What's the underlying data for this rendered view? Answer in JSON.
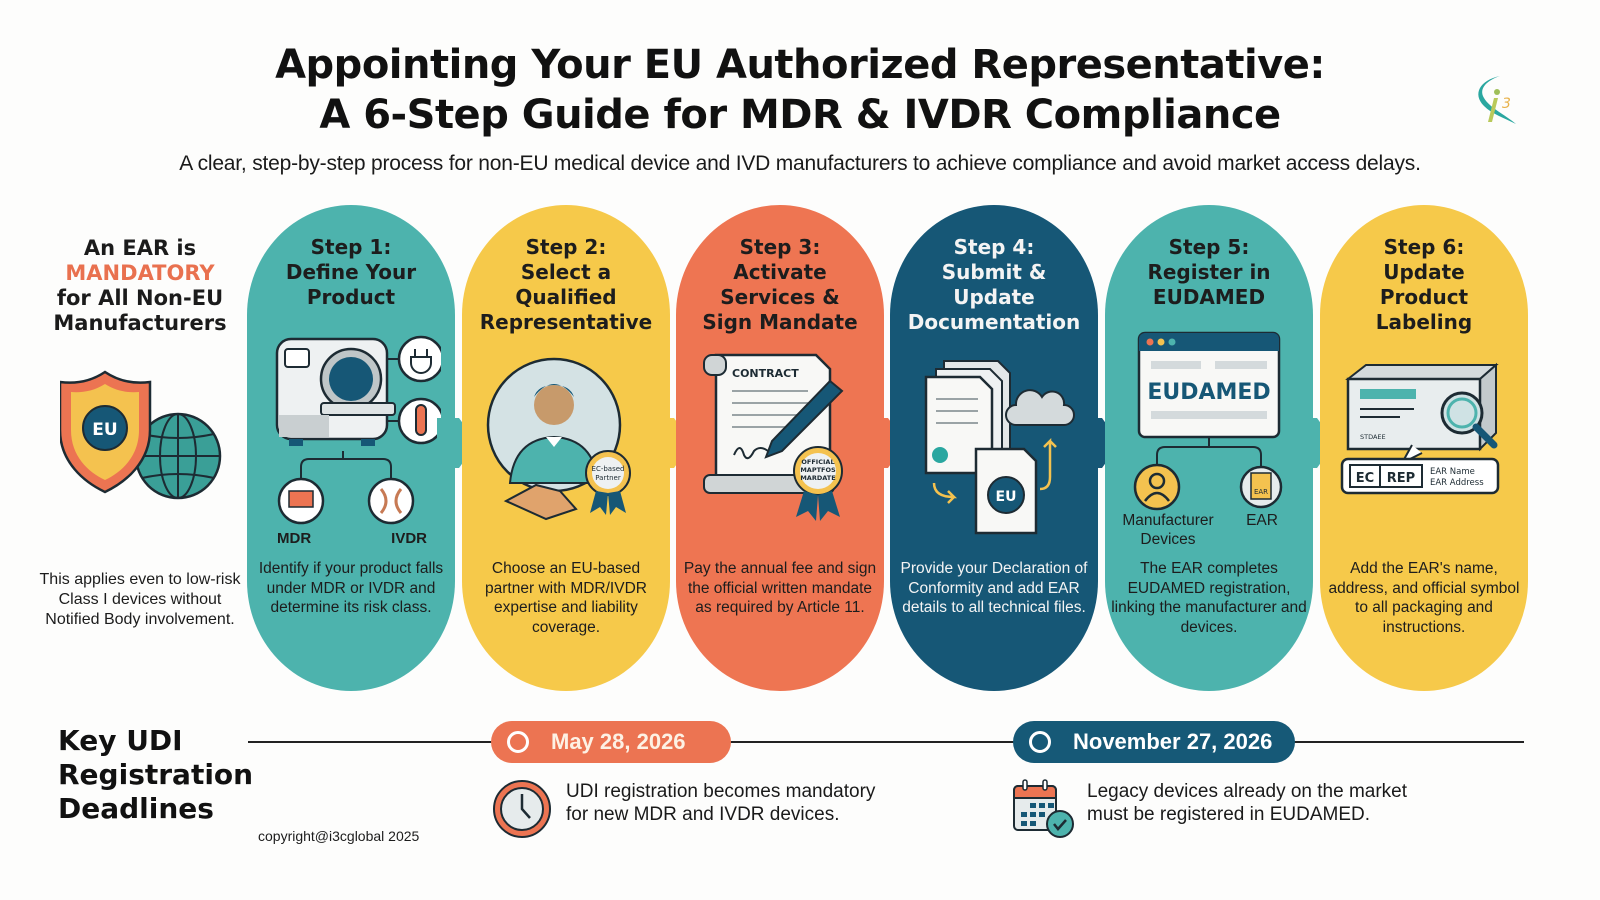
{
  "header": {
    "title_line1": "Appointing Your EU Authorized Representative:",
    "title_line2": "A 6-Step Guide for MDR & IVDR Compliance",
    "subtitle": "A clear, step-by-step process for non-EU medical device and IVD manufacturers to achieve compliance and avoid market access delays.",
    "logo": "i3-logo-icon"
  },
  "intro": {
    "line1": "An EAR is",
    "highlight": "MANDATORY",
    "line3": "for All Non-EU",
    "line4": "Manufacturers",
    "icon": "eu-shield-globe-icon",
    "shield_label": "EU",
    "note": "This applies even to low-risk Class I devices without Notified Body involvement."
  },
  "colors": {
    "teal": "#4db3ad",
    "yellow": "#f6c94a",
    "orange": "#ee7552",
    "navy": "#165776",
    "highlight": "#e9714f"
  },
  "steps": [
    {
      "number": "Step 1:",
      "title_lines": [
        "Define Your",
        "Product"
      ],
      "color": "#4db3ad",
      "icon": "medical-scanner-icon",
      "labels": [
        "MDR",
        "IVDR"
      ],
      "description": "Identify if your product falls under MDR or IVDR and determine its risk class."
    },
    {
      "number": "Step 2:",
      "title_lines": [
        "Select a",
        "Qualified",
        "Representative"
      ],
      "color": "#f6c94a",
      "icon": "representative-handshake-icon",
      "badge": "EC-based Partner",
      "description": "Choose an EU-based partner with MDR/IVDR expertise and liability coverage."
    },
    {
      "number": "Step 3:",
      "title_lines": [
        "Activate",
        "Services &",
        "Sign Mandate"
      ],
      "color": "#ee7552",
      "icon": "contract-signature-icon",
      "contract_label": "CONTRACT",
      "badge": "OFFICIAL MAPTFOS MARDATE",
      "description": "Pay the annual fee and sign the official written mandate as required by Article 11."
    },
    {
      "number": "Step 4:",
      "title_lines": [
        "Submit &",
        "Update",
        "Documentation"
      ],
      "color": "#165776",
      "icon": "documents-cloud-upload-icon",
      "badge": "EU",
      "description": "Provide your Declaration of Conformity and add EAR details to all technical files."
    },
    {
      "number": "Step 5:",
      "title_lines": [
        "Register in",
        "EUDAMED"
      ],
      "color": "#4db3ad",
      "icon": "eudamed-browser-icon",
      "window_label": "EUDAMED",
      "labels": [
        "Manufacturer Devices",
        "EAR"
      ],
      "file_label": "EAR",
      "description": "The EAR completes EUDAMED registration, linking the manufacturer and devices."
    },
    {
      "number": "Step 6:",
      "title_lines": [
        "Update",
        "Product",
        "Labeling"
      ],
      "color": "#f6c94a",
      "icon": "package-label-magnifier-icon",
      "box_label": "STDAEE",
      "symbol_left": "EC",
      "symbol_right": "REP",
      "ear_name": "EAR Name",
      "ear_address": "EAR Address",
      "description": "Add the EAR's name, address, and official symbol to all packaging and instructions."
    }
  ],
  "deadlines": {
    "heading_lines": [
      "Key UDI",
      "Registration",
      "Deadlines"
    ],
    "items": [
      {
        "date": "May 28, 2026",
        "color": "#ec7452",
        "icon": "clock-icon",
        "text_line1": "UDI registration becomes mandatory",
        "text_line2": "for new MDR and IVDR devices."
      },
      {
        "date": "November 27, 2026",
        "color": "#165977",
        "icon": "calendar-check-icon",
        "text_line1": "Legacy devices already on the market",
        "text_line2": "must be registered in EUDAMED."
      }
    ]
  },
  "footer": {
    "copyright": "copyright@i3cglobal 2025"
  }
}
